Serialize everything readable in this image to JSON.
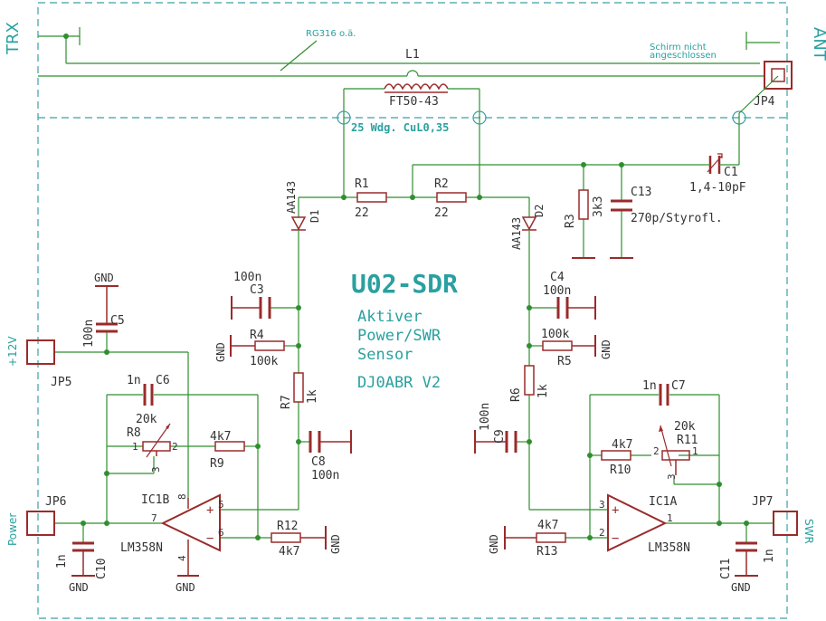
{
  "colors": {
    "wire": "#2f8f2f",
    "part": "#9a2b2b",
    "text_part": "#333333",
    "teal": "#2a9a9a",
    "frame": "#3aa0a8",
    "text_accent": "#2aa0a0"
  },
  "edge": {
    "trx": "TRX",
    "ant": "ANT",
    "cable": "RG316 o.ä.",
    "shield": "Schirm nicht",
    "shield2": "angeschlossen"
  },
  "header": {
    "title": "U02-SDR",
    "line1": "Aktiver",
    "line2": "Power/SWR",
    "line3": "Sensor",
    "line4": "DJ0ABR V2"
  },
  "toroid": {
    "name": "L1",
    "core": "FT50-43",
    "winding": "25 Wdg. CuL0,35"
  },
  "parts": {
    "r1": "R1",
    "r1v": "22",
    "r2": "R2",
    "r2v": "22",
    "r3": "R3",
    "r3v": "3k3",
    "c13": "C13",
    "c13v": "270p/Styrofl.",
    "c1": "C1",
    "c1v": "1,4-10pF",
    "jp4": "JP4",
    "d1": "D1",
    "d1v": "AA143",
    "d2": "D2",
    "d2v": "AA143",
    "c3": "C3",
    "c3v": "100n",
    "r4": "R4",
    "r4v": "100k",
    "r7": "R7",
    "r7v": "1k",
    "c8": "C8",
    "c8v": "100n",
    "c4": "C4",
    "c4v": "100n",
    "r5": "R5",
    "r5v": "100k",
    "r6": "R6",
    "r6v": "1k",
    "c9": "C9",
    "c9v": "100n",
    "c5": "C5",
    "c5v": "100n",
    "jp5": "JP5",
    "jp5v": "+12V",
    "c6": "C6",
    "c6v": "1n",
    "r8": "R8",
    "r8v": "20k",
    "r9": "R9",
    "r9v": "4k7",
    "ic1b": "IC1B",
    "ic1bv": "LM358N",
    "r12": "R12",
    "r12v": "4k7",
    "jp6": "JP6",
    "jp6v": "Power",
    "c10": "C10",
    "c10v": "1n",
    "c7": "C7",
    "c7v": "1n",
    "r11": "R11",
    "r11v": "20k",
    "r10": "R10",
    "r10v": "4k7",
    "ic1a": "IC1A",
    "ic1av": "LM358N",
    "r13": "R13",
    "r13v": "4k7",
    "jp7": "JP7",
    "jp7v": "SWR",
    "c11": "C11",
    "c11v": "1n"
  },
  "gnd": "GND",
  "pins": {
    "p1": "1",
    "p2": "2",
    "p3": "3",
    "p4": "4",
    "p5": "5",
    "p6": "6",
    "p7": "7",
    "p8": "8"
  }
}
